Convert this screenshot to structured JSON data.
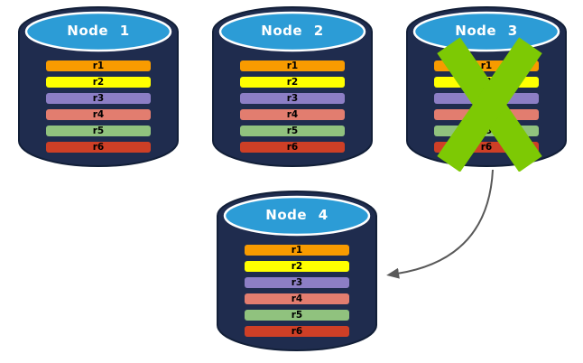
{
  "colors": {
    "background": "#ffffff",
    "cylinder_body": "#1F2C4E",
    "cylinder_outline": "#121F38",
    "cap_fill": "#2C9CD6",
    "cap_stroke": "#FFFFFF",
    "node_label_color": "#FFFFFF",
    "row_label_color": "#000000",
    "cross": "#7DC904",
    "arrow": "#595959"
  },
  "nodes": [
    {
      "label": "Node 1",
      "failed": false,
      "rows": [
        {
          "label": "r1",
          "color": "#F89B00"
        },
        {
          "label": "r2",
          "color": "#FFFF00"
        },
        {
          "label": "r3",
          "color": "#8C7EC5"
        },
        {
          "label": "r4",
          "color": "#E27D6F"
        },
        {
          "label": "r5",
          "color": "#90C27E"
        },
        {
          "label": "r6",
          "color": "#CE3F26"
        }
      ]
    },
    {
      "label": "Node 2",
      "failed": false,
      "rows": [
        {
          "label": "r1",
          "color": "#F89B00"
        },
        {
          "label": "r2",
          "color": "#FFFF00"
        },
        {
          "label": "r3",
          "color": "#8C7EC5"
        },
        {
          "label": "r4",
          "color": "#E27D6F"
        },
        {
          "label": "r5",
          "color": "#90C27E"
        },
        {
          "label": "r6",
          "color": "#CE3F26"
        }
      ]
    },
    {
      "label": "Node 3",
      "failed": true,
      "rows": [
        {
          "label": "r1",
          "color": "#F89B00"
        },
        {
          "label": "r2",
          "color": "#FFFF00"
        },
        {
          "label": "r3",
          "color": "#8C7EC5"
        },
        {
          "label": "r4",
          "color": "#E27D6F"
        },
        {
          "label": "r5",
          "color": "#90C27E"
        },
        {
          "label": "r6",
          "color": "#CE3F26"
        }
      ]
    },
    {
      "label": "Node 4",
      "failed": false,
      "rows": [
        {
          "label": "r1",
          "color": "#F89B00"
        },
        {
          "label": "r2",
          "color": "#FFFF00"
        },
        {
          "label": "r3",
          "color": "#8C7EC5"
        },
        {
          "label": "r4",
          "color": "#E27D6F"
        },
        {
          "label": "r5",
          "color": "#90C27E"
        },
        {
          "label": "r6",
          "color": "#CE3F26"
        }
      ]
    }
  ],
  "arrow": {
    "from": "Node 3",
    "to": "Node 4"
  }
}
